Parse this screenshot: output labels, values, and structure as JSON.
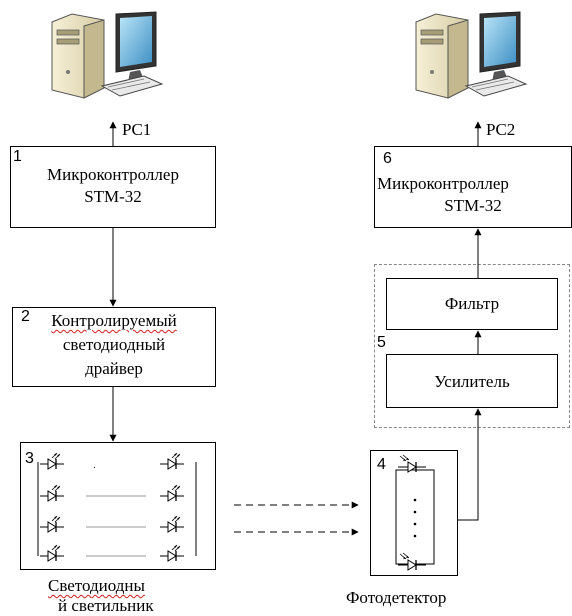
{
  "pc1": {
    "label": "PC1"
  },
  "pc2": {
    "label": "PC2"
  },
  "block1": {
    "number": "1",
    "line1": "Микроконтроллер",
    "line2": "STM-32"
  },
  "block2": {
    "number": "2",
    "line1": "Контролируемый",
    "line2": "светодиодный",
    "line3": "драйвер"
  },
  "block3": {
    "number": "3",
    "caption_line1": "Светодиодны",
    "caption_line2": "й светильник"
  },
  "block4": {
    "number": "4",
    "caption": "Фотодетектор"
  },
  "block5": {
    "number": "5",
    "filter": "Фильтр",
    "amplifier": "Усилитель"
  },
  "block6": {
    "number": "6",
    "line1": "Микроконтроллер",
    "line2": "STM-32"
  },
  "colors": {
    "spellcheck_underline": "#d02020",
    "line": "#000000",
    "dashed_group": "#888888"
  },
  "icons": [
    "desktop-computer-icon",
    "desktop-computer-icon",
    "led-icon",
    "photodiode-icon"
  ]
}
